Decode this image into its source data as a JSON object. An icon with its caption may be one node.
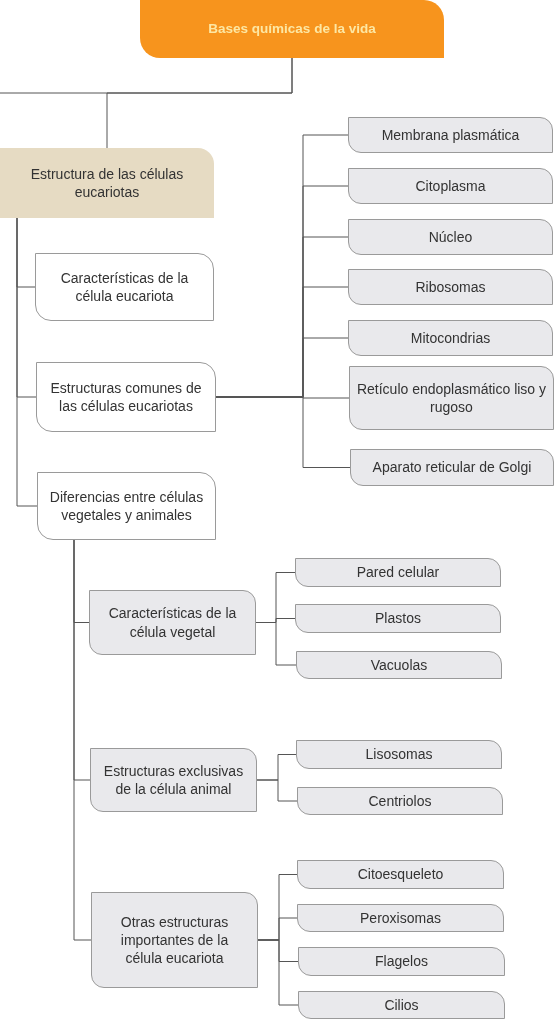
{
  "diagram": {
    "nodes": [
      {
        "text": [
          "Bases químicas de la vida"
        ]
      },
      {
        "text": [
          "Estructura de las células eucariotas"
        ]
      },
      {
        "text": [
          "Características de la célula eucariota"
        ]
      },
      {
        "text": [
          "Estructuras comunes de las células eucariotas"
        ]
      },
      {
        "text": [
          "Diferencias entre células vegetales y animales"
        ]
      },
      {
        "text": [
          "Membrana plasmática"
        ]
      },
      {
        "text": [
          "Citoplasma"
        ]
      },
      {
        "text": [
          "Núcleo"
        ]
      },
      {
        "text": [
          "Ribosomas"
        ]
      },
      {
        "text": [
          "Mitocondrias"
        ]
      },
      {
        "text": [
          "Retículo endoplasmático liso y rugoso"
        ]
      },
      {
        "text": [
          "Aparato reticular de Golgi"
        ]
      },
      {
        "text": [
          "Características de la célula vegetal"
        ]
      },
      {
        "text": [
          "Pared celular"
        ]
      },
      {
        "text": [
          "Plastos"
        ]
      },
      {
        "text": [
          "Vacuolas"
        ]
      },
      {
        "text": [
          "Estructuras exclusivas de la célula animal"
        ]
      },
      {
        "text": [
          "Lisosomas"
        ]
      },
      {
        "text": [
          "Centriolos"
        ]
      },
      {
        "text": [
          "Otras estructuras importantes de la célula eucariota"
        ]
      },
      {
        "text": [
          "Citoesqueleto"
        ]
      },
      {
        "text": [
          "Peroxisomas"
        ]
      },
      {
        "text": [
          "Flagelos"
        ]
      },
      {
        "text": [
          "Cilios"
        ]
      }
    ],
    "edges": [
      {
        "from": 0,
        "to": 1,
        "arrow": "none"
      },
      {
        "from": 0,
        "to": null,
        "arrow": "none"
      },
      {
        "from": 1,
        "to": 2,
        "arrow": "none"
      },
      {
        "from": 1,
        "to": 3,
        "arrow": "none"
      },
      {
        "from": 1,
        "to": 4,
        "arrow": "none"
      },
      {
        "from": 3,
        "to": 5,
        "arrow": "none"
      },
      {
        "from": 3,
        "to": 6,
        "arrow": "none"
      },
      {
        "from": 3,
        "to": 7,
        "arrow": "none"
      },
      {
        "from": 3,
        "to": 8,
        "arrow": "none"
      },
      {
        "from": 3,
        "to": 9,
        "arrow": "none"
      },
      {
        "from": 3,
        "to": 10,
        "arrow": "none"
      },
      {
        "from": 3,
        "to": 11,
        "arrow": "none"
      },
      {
        "from": 4,
        "to": 12,
        "arrow": "none"
      },
      {
        "from": 4,
        "to": 16,
        "arrow": "none"
      },
      {
        "from": 4,
        "to": 19,
        "arrow": "none"
      },
      {
        "from": 12,
        "to": 13,
        "arrow": "none"
      },
      {
        "from": 12,
        "to": 14,
        "arrow": "none"
      },
      {
        "from": 12,
        "to": 15,
        "arrow": "none"
      },
      {
        "from": 16,
        "to": 17,
        "arrow": "none"
      },
      {
        "from": 16,
        "to": 18,
        "arrow": "none"
      },
      {
        "from": 19,
        "to": 20,
        "arrow": "none"
      },
      {
        "from": 19,
        "to": 21,
        "arrow": "none"
      },
      {
        "from": 19,
        "to": 22,
        "arrow": "none"
      },
      {
        "from": 19,
        "to": 23,
        "arrow": "none"
      }
    ]
  }
}
